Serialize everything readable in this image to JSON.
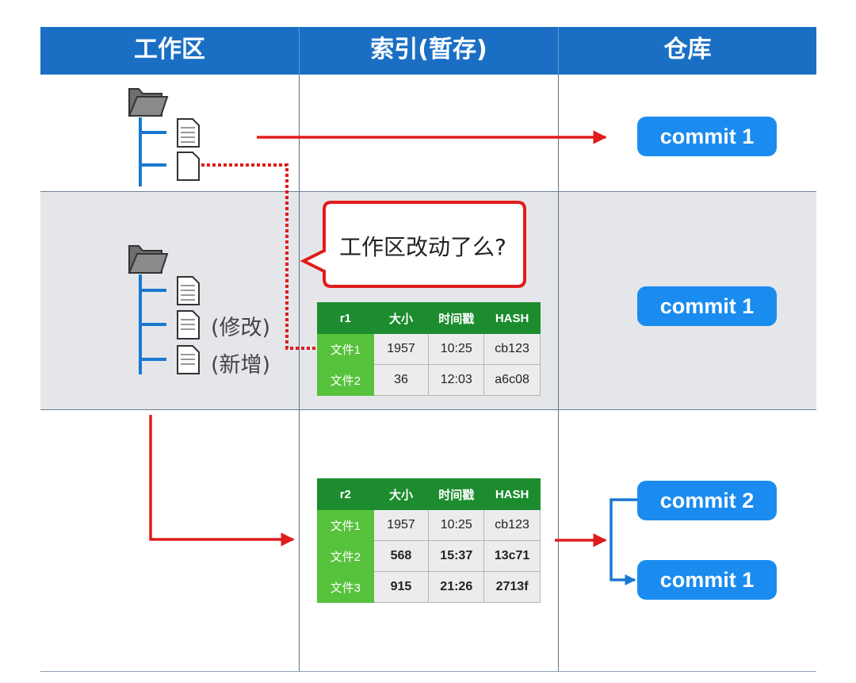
{
  "header": {
    "col1": "工作区",
    "col2": "索引(暂存)",
    "col3": "仓库"
  },
  "row1": {
    "commit": "commit 1"
  },
  "row2": {
    "bubble": "工作区改动了么?",
    "file_modified_label": "(修改)",
    "file_added_label": "(新增)",
    "commit": "commit 1",
    "table": {
      "headers": [
        "r1",
        "大小",
        "时间戳",
        "HASH"
      ],
      "rows": [
        [
          "文件1",
          "1957",
          "10:25",
          "cb123"
        ],
        [
          "文件2",
          "36",
          "12:03",
          "a6c08"
        ]
      ]
    }
  },
  "row3": {
    "commit_top": "commit 2",
    "commit_bottom": "commit 1",
    "table": {
      "headers": [
        "r2",
        "大小",
        "时间戳",
        "HASH"
      ],
      "rows": [
        [
          "文件1",
          "1957",
          "10:25",
          "cb123"
        ],
        [
          "文件2",
          "568",
          "15:37",
          "13c71"
        ],
        [
          "文件3",
          "915",
          "21:26",
          "2713f"
        ]
      ]
    }
  },
  "colors": {
    "header_blue": "#1a6fc4",
    "commit_blue": "#1a8cf0",
    "tree_blue": "#1a78d0",
    "arrow_red": "#e01c1c",
    "table_green_dark": "#1d8c2e",
    "table_green_light": "#57c23c"
  }
}
